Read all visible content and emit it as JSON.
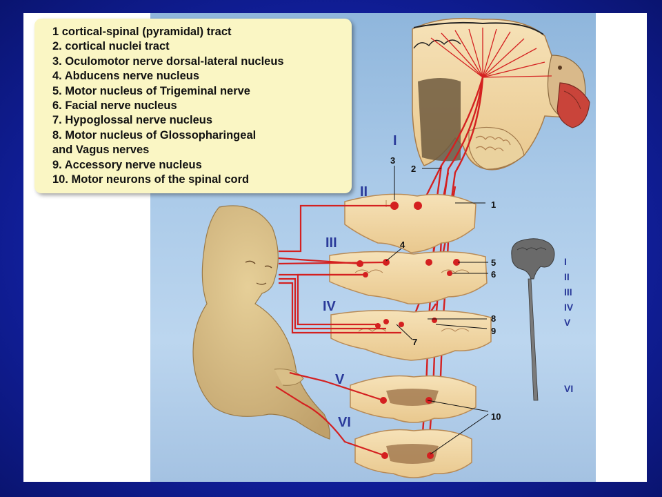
{
  "legend": {
    "items": [
      "1 cortical-spinal (pyramidal) tract",
      "2. cortical  nuclei tract",
      "3. Oculomotor nerve dorsal-lateral nucleus",
      "4. Abducens nerve nucleus",
      "5. Motor nucleus of Trigeminal nerve",
      "6. Facial nerve nucleus",
      "7. Hypoglossal nerve nucleus",
      "8. Motor nucleus of Glossopharingeal",
      "and Vagus nerves",
      "9. Accessory nerve nucleus",
      "10. Motor neurons of the spinal cord"
    ]
  },
  "levels": {
    "I": "I",
    "II": "II",
    "III": "III",
    "IV": "IV",
    "V": "V",
    "VI": "VI"
  },
  "callouts": {
    "n1": "1",
    "n2": "2",
    "n3": "3",
    "n4": "4",
    "n5": "5",
    "n6": "6",
    "n7": "7",
    "n8": "8",
    "n9": "9",
    "n10": "10"
  },
  "side_scale": [
    "I",
    "II",
    "III",
    "IV",
    "V",
    "VI"
  ],
  "colors": {
    "background": "#1424b0",
    "panel": "#ffffff",
    "figure_bg": "#a9c9e8",
    "legend_bg": "#faf6c4",
    "tract": "#d42020",
    "tissue": "#f1d7a4",
    "tissue_edge": "#b88a55"
  }
}
